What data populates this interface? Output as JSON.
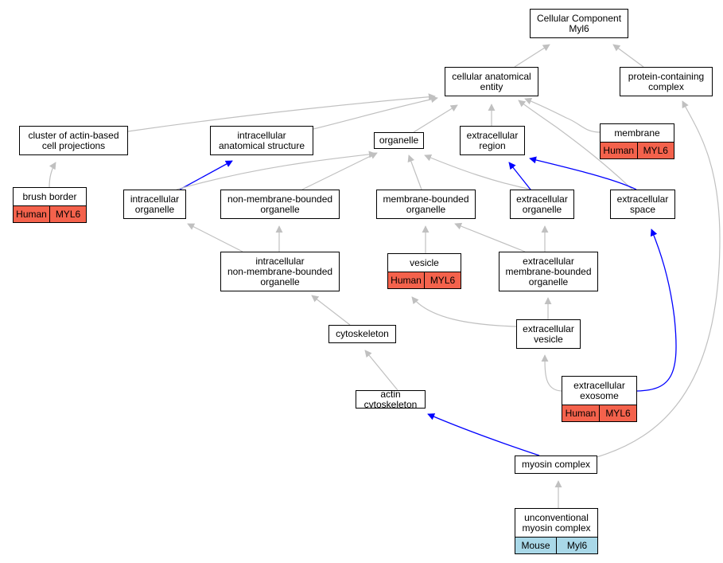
{
  "colors": {
    "gray_edge": "#c0c0c0",
    "blue_edge": "#0000ff",
    "human_fill": "#f4624c",
    "mouse_fill": "#a9d8e8"
  },
  "nodes": {
    "root": "Cellular Component\nMyl6",
    "cae": "cellular anatomical\nentity",
    "pcc": "protein-containing\ncomplex",
    "cab": "cluster of actin-based\ncell projections",
    "ias": "intracellular\nanatomical structure",
    "org": "organelle",
    "exr": "extracellular\nregion",
    "mem": "membrane",
    "bb": "brush border",
    "iorg": "intracellular\norganelle",
    "nmbo": "non-membrane-bounded\norganelle",
    "mbo": "membrane-bounded\norganelle",
    "eorg": "extracellular\norganelle",
    "exs": "extracellular\nspace",
    "inmbo": "intracellular\nnon-membrane-bounded\norganelle",
    "ves": "vesicle",
    "embo": "extracellular\nmembrane-bounded\norganelle",
    "cyt": "cytoskeleton",
    "exv": "extracellular\nvesicle",
    "exo": "extracellular\nexosome",
    "act": "actin cytoskeleton",
    "myo": "myosin complex",
    "umc": "unconventional\nmyosin complex"
  },
  "annotations": {
    "mem": {
      "species": "Human",
      "gene": "MYL6"
    },
    "bb": {
      "species": "Human",
      "gene": "MYL6"
    },
    "ves": {
      "species": "Human",
      "gene": "MYL6"
    },
    "exo": {
      "species": "Human",
      "gene": "MYL6"
    },
    "umc": {
      "species": "Mouse",
      "gene": "Myl6"
    }
  },
  "edges": [
    {
      "from": "cae",
      "to": "root",
      "color": "gray"
    },
    {
      "from": "pcc",
      "to": "root",
      "color": "gray"
    },
    {
      "from": "cab",
      "to": "cae",
      "color": "gray"
    },
    {
      "from": "ias",
      "to": "cae",
      "color": "gray"
    },
    {
      "from": "org",
      "to": "cae",
      "color": "gray"
    },
    {
      "from": "exr",
      "to": "cae",
      "color": "gray"
    },
    {
      "from": "mem",
      "to": "cae",
      "color": "gray"
    },
    {
      "from": "exs",
      "to": "cae",
      "color": "gray"
    },
    {
      "from": "bb",
      "to": "cab",
      "color": "gray"
    },
    {
      "from": "iorg",
      "to": "ias",
      "color": "blue"
    },
    {
      "from": "iorg",
      "to": "org",
      "color": "gray"
    },
    {
      "from": "nmbo",
      "to": "org",
      "color": "gray"
    },
    {
      "from": "mbo",
      "to": "org",
      "color": "gray"
    },
    {
      "from": "eorg",
      "to": "org",
      "color": "gray"
    },
    {
      "from": "eorg",
      "to": "exr",
      "color": "blue"
    },
    {
      "from": "exs",
      "to": "exr",
      "color": "blue"
    },
    {
      "from": "inmbo",
      "to": "iorg",
      "color": "gray"
    },
    {
      "from": "inmbo",
      "to": "nmbo",
      "color": "gray"
    },
    {
      "from": "ves",
      "to": "mbo",
      "color": "gray"
    },
    {
      "from": "embo",
      "to": "mbo",
      "color": "gray"
    },
    {
      "from": "embo",
      "to": "eorg",
      "color": "gray"
    },
    {
      "from": "cyt",
      "to": "inmbo",
      "color": "gray"
    },
    {
      "from": "exv",
      "to": "ves",
      "color": "gray"
    },
    {
      "from": "exv",
      "to": "embo",
      "color": "gray"
    },
    {
      "from": "exo",
      "to": "exv",
      "color": "gray"
    },
    {
      "from": "exo",
      "to": "exs",
      "color": "blue"
    },
    {
      "from": "act",
      "to": "cyt",
      "color": "gray"
    },
    {
      "from": "myo",
      "to": "act",
      "color": "blue"
    },
    {
      "from": "myo",
      "to": "pcc",
      "color": "gray"
    },
    {
      "from": "umc",
      "to": "myo",
      "color": "gray"
    }
  ]
}
